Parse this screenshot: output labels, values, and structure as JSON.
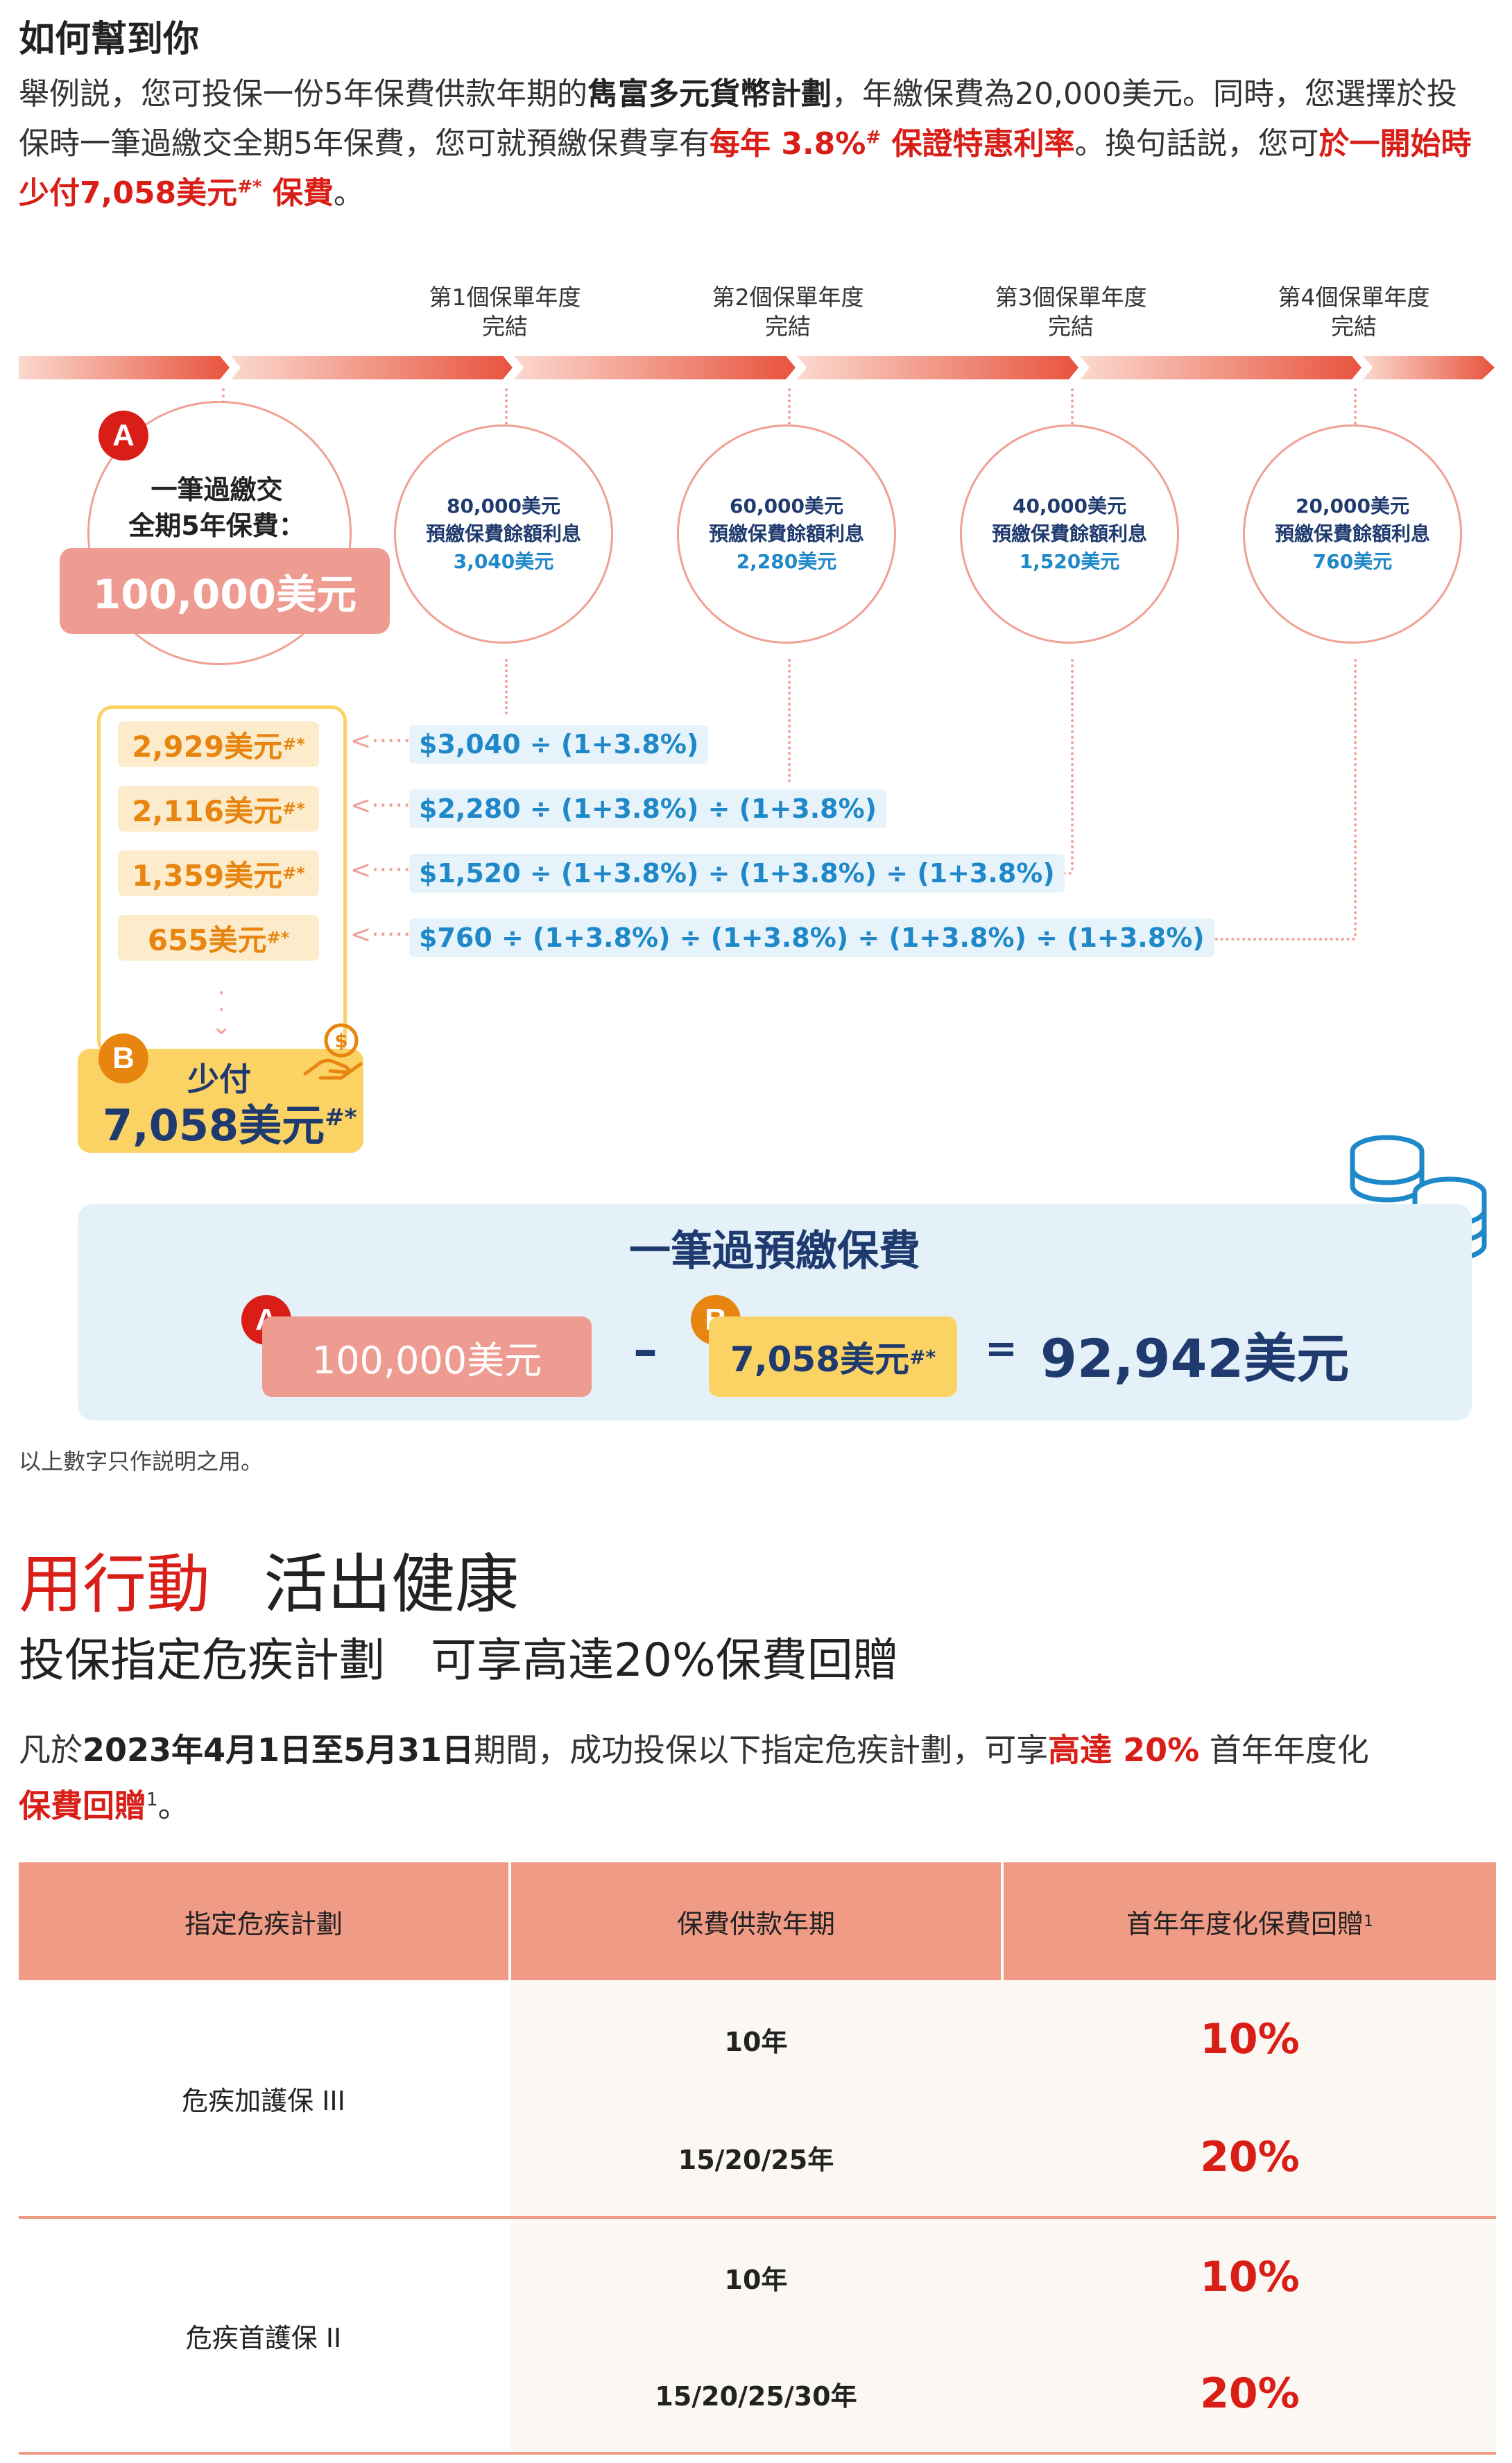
{
  "intro": {
    "title": "如何幫到你",
    "p1": "舉例説，您可投保一份5年保費供款年期的",
    "plan_name": "雋富多元貨幣計劃",
    "p2": "，年繳保費為20,000美元。同時，您選擇於投保時一筆過繳交全期5年保費，您可就預繳保費享有",
    "highlight_rate": "每年 3.8%",
    "highlight_rate_sup": "#",
    "highlight_rate_suffix": " 保證特惠利率",
    "p3": "。換句話説，您可",
    "highlight_save": "於一開始時少付7,058美元",
    "highlight_save_sup": "#*",
    "highlight_save_suffix": " 保費",
    "p4": "。"
  },
  "timeline": {
    "milestones": [
      {
        "line1": "第1個保單年度",
        "line2": "完結"
      },
      {
        "line1": "第2個保單年度",
        "line2": "完結"
      },
      {
        "line1": "第3個保單年度",
        "line2": "完結"
      },
      {
        "line1": "第4個保單年度",
        "line2": "完結"
      }
    ],
    "circles": [
      {
        "balance": "80,000美元",
        "label": "預繳保費餘額利息",
        "interest": "3,040美元"
      },
      {
        "balance": "60,000美元",
        "label": "預繳保費餘額利息",
        "interest": "2,280美元"
      },
      {
        "balance": "40,000美元",
        "label": "預繳保費餘額利息",
        "interest": "1,520美元"
      },
      {
        "balance": "20,000美元",
        "label": "預繳保費餘額利息",
        "interest": "760美元"
      }
    ],
    "a_badge": "A",
    "a_label_line1": "一筆過繳交",
    "a_label_line2": "全期5年保費：",
    "a_amount": "100,000美元"
  },
  "discounts": [
    {
      "value": "2,929美元",
      "sup": "#*",
      "formula": "$3,040 ÷ (1+3.8%)"
    },
    {
      "value": "2,116美元",
      "sup": "#*",
      "formula": "$2,280 ÷ (1+3.8%) ÷ (1+3.8%)"
    },
    {
      "value": "1,359美元",
      "sup": "#*",
      "formula": "$1,520 ÷ (1+3.8%) ÷ (1+3.8%) ÷ (1+3.8%)"
    },
    {
      "value": "655美元",
      "sup": "#*",
      "formula": "$760 ÷ (1+3.8%) ÷ (1+3.8%) ÷ (1+3.8%) ÷ (1+3.8%)"
    }
  ],
  "saving": {
    "badge": "B",
    "label": "少付",
    "amount": "7,058美元",
    "sup": "#*"
  },
  "summary": {
    "title": "一筆過預繳保費",
    "a_badge": "A",
    "a_amount": "100,000美元",
    "minus": "–",
    "b_badge": "B",
    "b_amount": "7,058美元",
    "b_sup": "#*",
    "equals": "=",
    "result": "92,942美元"
  },
  "disclaimer": "以上數字只作説明之用。",
  "promo": {
    "title_red": "用行動",
    "title_dark": "活出健康",
    "subtitle": "投保指定危疾計劃　可享高達20%保費回贈",
    "p1": "凡於",
    "date_range": "2023年4月1日至5月31日",
    "p2": "期間，成功投保以下指定危疾計劃，可享",
    "highlight": "高達 20%",
    "p3": " 首年年度化",
    "highlight2": "保費回贈",
    "sup": "1",
    "p4": "。"
  },
  "table": {
    "headers": [
      "指定危疾計劃",
      "保費供款年期",
      "首年年度化保費回贈"
    ],
    "header3_sup": "1",
    "plans": [
      {
        "name": "危疾加護保 III",
        "rows": [
          {
            "term": "10年",
            "rebate": "10%"
          },
          {
            "term": "15/20/25年",
            "rebate": "20%"
          }
        ]
      },
      {
        "name": "危疾首護保 II",
        "rows": [
          {
            "term": "10年",
            "rebate": "10%"
          },
          {
            "term": "15/20/25/30年",
            "rebate": "20%"
          }
        ]
      }
    ]
  },
  "colors": {
    "accent_red": "#d91e18",
    "navy": "#1f3a6e",
    "blue": "#1e88c8",
    "orange": "#e88510",
    "salmon": "#ee9b91",
    "yellow": "#fbd365",
    "light_blue_panel": "#e4f1f9",
    "table_header": "#ef9b86"
  },
  "icons": {
    "hand_coin": "hand-coin-icon",
    "coins": "coin-stack-icon",
    "arrow_left": "dotted-arrow-left-icon",
    "arrow_down": "dotted-arrow-down-icon"
  }
}
